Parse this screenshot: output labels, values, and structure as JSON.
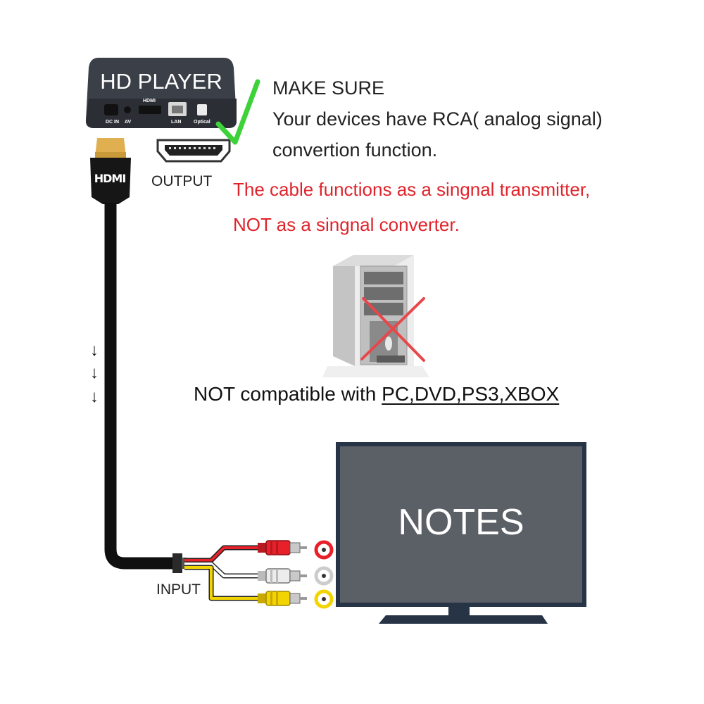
{
  "player": {
    "title": "HD PLAYER",
    "ports": {
      "dc_in": "DC IN",
      "av": "AV",
      "hdmi": "HDMI",
      "lan": "LAN",
      "optical": "Optical"
    }
  },
  "cable": {
    "plug_label": "HDMI",
    "arrow_glyph": "↓"
  },
  "labels": {
    "output": "OUTPUT",
    "input": "INPUT"
  },
  "note": {
    "heading": "MAKE SURE",
    "line1": "Your devices have RCA( analog signal)",
    "line2": "convertion function."
  },
  "warning": {
    "line1": "The cable functions as a singnal transmitter,",
    "line2": "NOT as a singnal converter."
  },
  "compatibility": {
    "prefix": "NOT compatible with ",
    "devices": "PC,DVD,PS3,XBOX"
  },
  "tv": {
    "screen_text": "NOTES"
  },
  "colors": {
    "check_green": "#3ed23a",
    "cross_red": "#e8474a",
    "warning_red": "#e0232b",
    "rca_red": "#e8202a",
    "rca_white": "#d8d8d8",
    "rca_yellow": "#f2d400",
    "tv_screen": "#5b5f66",
    "tv_frame": "#263446"
  },
  "icons": [
    "check-mark-icon",
    "cross-icon",
    "pc-tower-icon",
    "tv-icon",
    "hdmi-port-icon",
    "rca-plug-icon"
  ]
}
